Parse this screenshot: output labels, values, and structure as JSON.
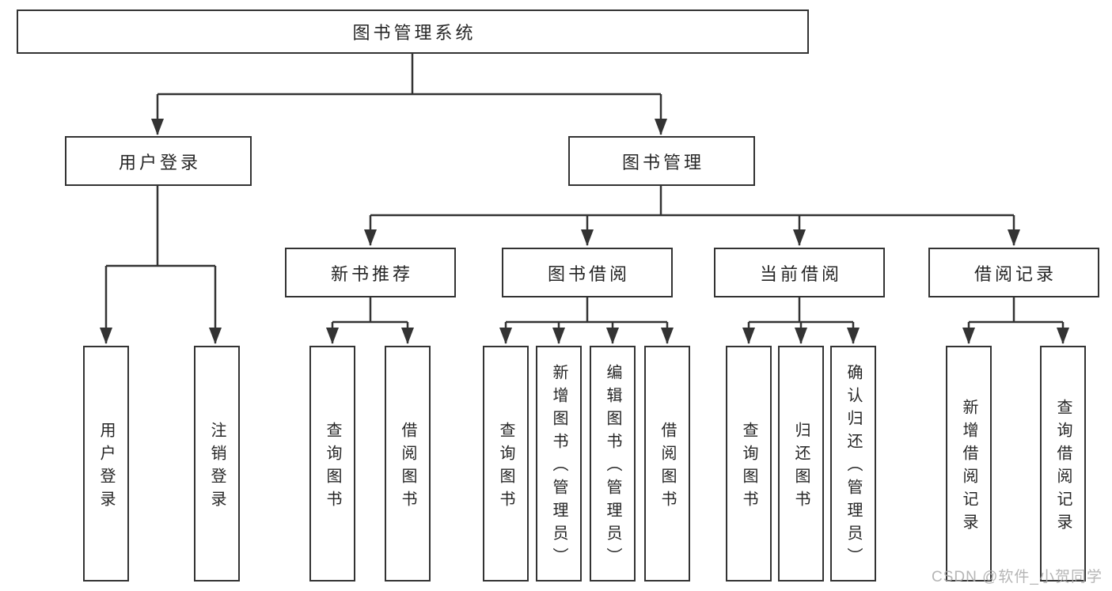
{
  "diagram": {
    "type": "tree",
    "colors": {
      "background": "#ffffff",
      "line": "#333333",
      "box_border": "#333333",
      "text": "#262626",
      "watermark": "#a9a9a9"
    },
    "tree": {
      "root": {
        "label": "图书管理系统"
      },
      "branches": [
        {
          "label": "用户登录",
          "children": [
            {
              "label": "用户登录"
            },
            {
              "label": "注销登录"
            }
          ]
        },
        {
          "label": "图书管理",
          "groups": [
            {
              "label": "新书推荐",
              "children": [
                {
                  "label": "查询图书"
                },
                {
                  "label": "借阅图书"
                }
              ]
            },
            {
              "label": "图书借阅",
              "children": [
                {
                  "label": "查询图书"
                },
                {
                  "label": "新增图书（管理员）"
                },
                {
                  "label": "编辑图书（管理员）"
                },
                {
                  "label": "借阅图书"
                }
              ]
            },
            {
              "label": "当前借阅",
              "children": [
                {
                  "label": "查询图书"
                },
                {
                  "label": "归还图书"
                },
                {
                  "label": "确认归还（管理员）"
                }
              ]
            },
            {
              "label": "借阅记录",
              "children": [
                {
                  "label": "新增借阅记录"
                },
                {
                  "label": "查询借阅记录"
                }
              ]
            }
          ]
        }
      ]
    },
    "watermark": "CSDN @软件_小贺同学"
  }
}
